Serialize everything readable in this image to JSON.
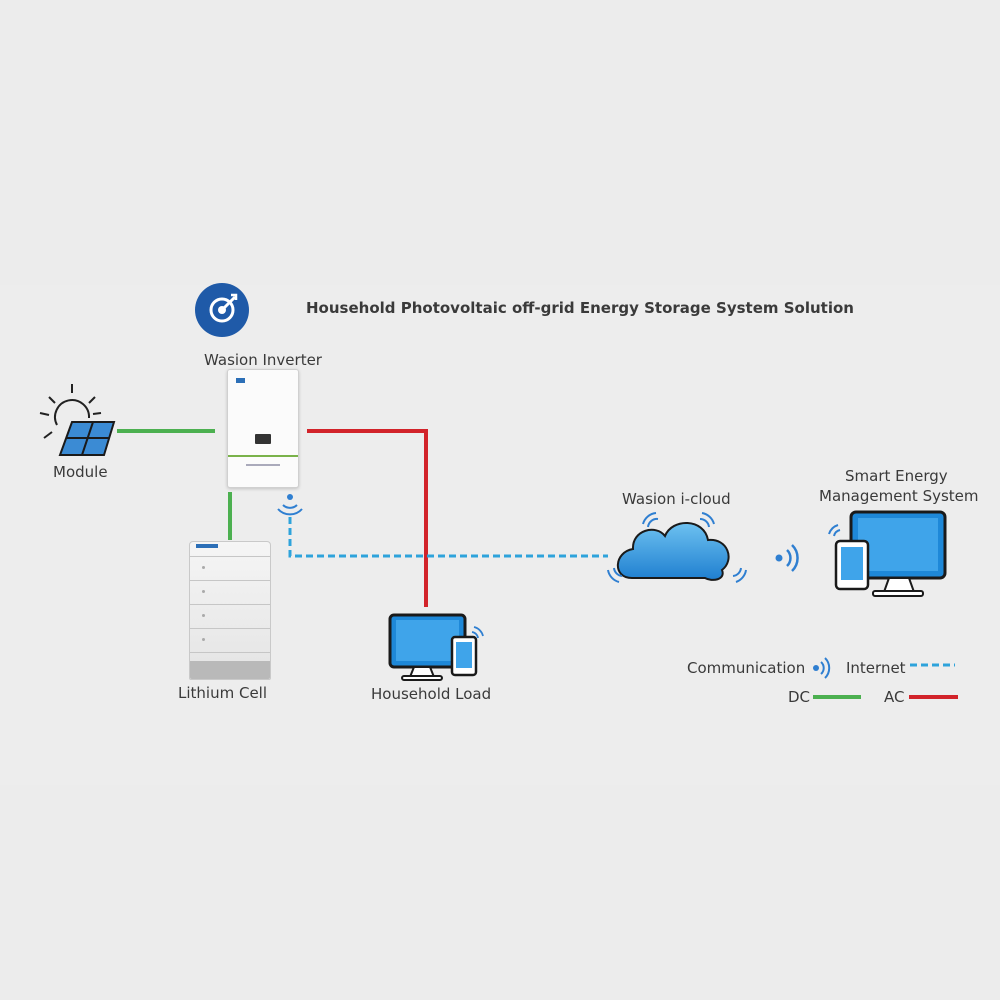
{
  "title": "Household Photovoltaic off-grid Energy Storage System Solution",
  "nodes": {
    "inverter": "Wasion Inverter",
    "module": "Module",
    "lithium": "Lithium Cell",
    "load": "Household Load",
    "cloud": "Wasion i-cloud",
    "sems_line1": "Smart Energy",
    "sems_line2": "Management System"
  },
  "legend": {
    "communication": "Communication",
    "internet": "Internet",
    "dc": "DC",
    "ac": "AC"
  },
  "colors": {
    "dc": "#4cb050",
    "ac": "#d2232a",
    "internet": "#2ea3db",
    "device_blue": "#1e88d8",
    "logo": "#1f5aa8"
  },
  "icons": [
    "logo-target-icon",
    "sun-icon",
    "solar-panel-icon",
    "wifi-signal-icon",
    "cloud-icon",
    "monitor-icon",
    "tablet-icon",
    "battery-icon",
    "inverter-icon"
  ]
}
